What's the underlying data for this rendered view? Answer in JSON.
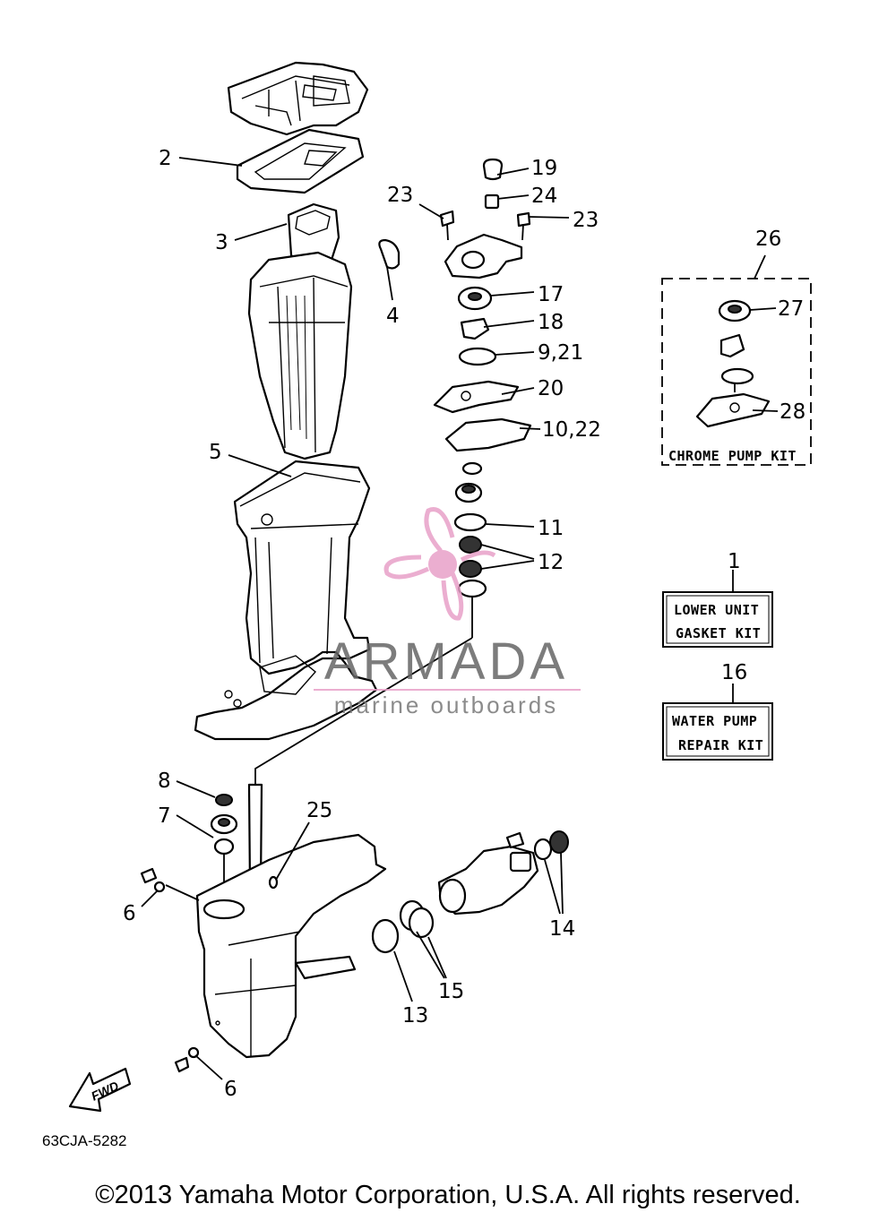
{
  "callouts": {
    "c1": "1",
    "c2": "2",
    "c3": "3",
    "c4": "4",
    "c5": "5",
    "c6a": "6",
    "c6b": "6",
    "c7": "7",
    "c8": "8",
    "c9_21": "9,21",
    "c10_22": "10,22",
    "c11": "11",
    "c12": "12",
    "c13": "13",
    "c14": "14",
    "c15": "15",
    "c16": "16",
    "c17": "17",
    "c18": "18",
    "c19": "19",
    "c20": "20",
    "c23a": "23",
    "c23b": "23",
    "c24": "24",
    "c25": "25",
    "c26": "26",
    "c27": "27",
    "c28": "28"
  },
  "kits": {
    "chrome_pump_kit": "CHROME PUMP KIT",
    "lower_unit_line1": "LOWER UNIT",
    "lower_unit_line2": "GASKET KIT",
    "water_pump_line1": "WATER PUMP",
    "water_pump_line2": "REPAIR KIT"
  },
  "fwd_label": "FWD",
  "diagram_code": "63CJA-5282",
  "watermark": {
    "brand": "ARMADA",
    "tagline": "marine outboards",
    "accent_color": "#e8a0c8"
  },
  "copyright": "©2013 Yamaha Motor Corporation, U.S.A. All rights reserved."
}
